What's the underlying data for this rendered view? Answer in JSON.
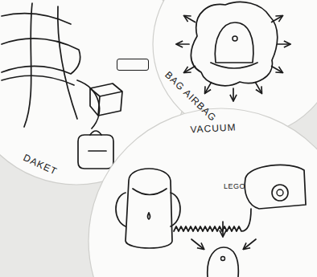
{
  "diagram": {
    "nodes": [
      {
        "text": [
          "DAKET"
        ]
      },
      {
        "text": [
          "LEGO"
        ],
        "in": 0
      },
      {
        "text": [
          "BAG AIRBAG"
        ]
      },
      {
        "text": [
          "VACUUM"
        ]
      }
    ]
  }
}
